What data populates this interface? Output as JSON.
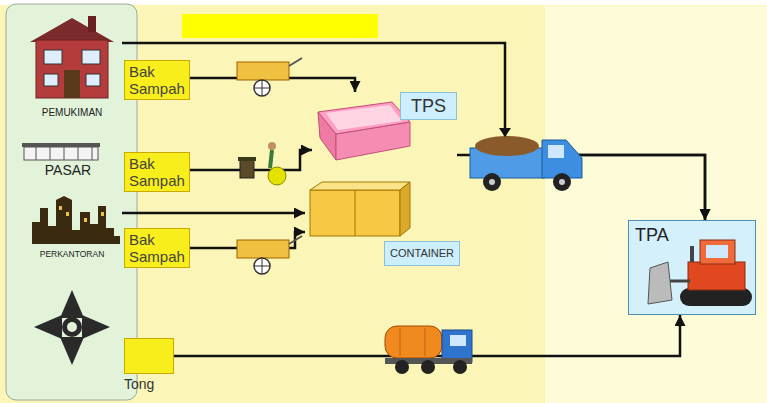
{
  "diagram": {
    "nodes": [
      {
        "text": [
          "PEMUKIMAN"
        ]
      },
      {
        "text": [
          "PASAR"
        ]
      },
      {
        "text": [
          "PERKANTORAN"
        ]
      },
      {
        "text": [
          "Bak Sampah"
        ]
      },
      {
        "text": [
          "Bak Sampah"
        ]
      },
      {
        "text": [
          "Bak Sampah"
        ]
      },
      {
        "text": [
          "Tong"
        ]
      },
      {
        "text": [
          "TPS"
        ]
      },
      {
        "text": [
          "CONTAINER"
        ]
      },
      {
        "text": [
          "TPA"
        ]
      }
    ],
    "edges": [
      {
        "from": 0,
        "to": 9,
        "arrow": "to"
      },
      {
        "from": 3,
        "to": 7,
        "arrow": "to"
      },
      {
        "from": 4,
        "to": 7,
        "arrow": "to"
      },
      {
        "from": 2,
        "to": 8,
        "arrow": "to"
      },
      {
        "from": 5,
        "to": 8,
        "arrow": "to"
      },
      {
        "from": 7,
        "to": 9,
        "arrow": "to"
      },
      {
        "from": 6,
        "to": 9,
        "arrow": "to"
      }
    ]
  }
}
